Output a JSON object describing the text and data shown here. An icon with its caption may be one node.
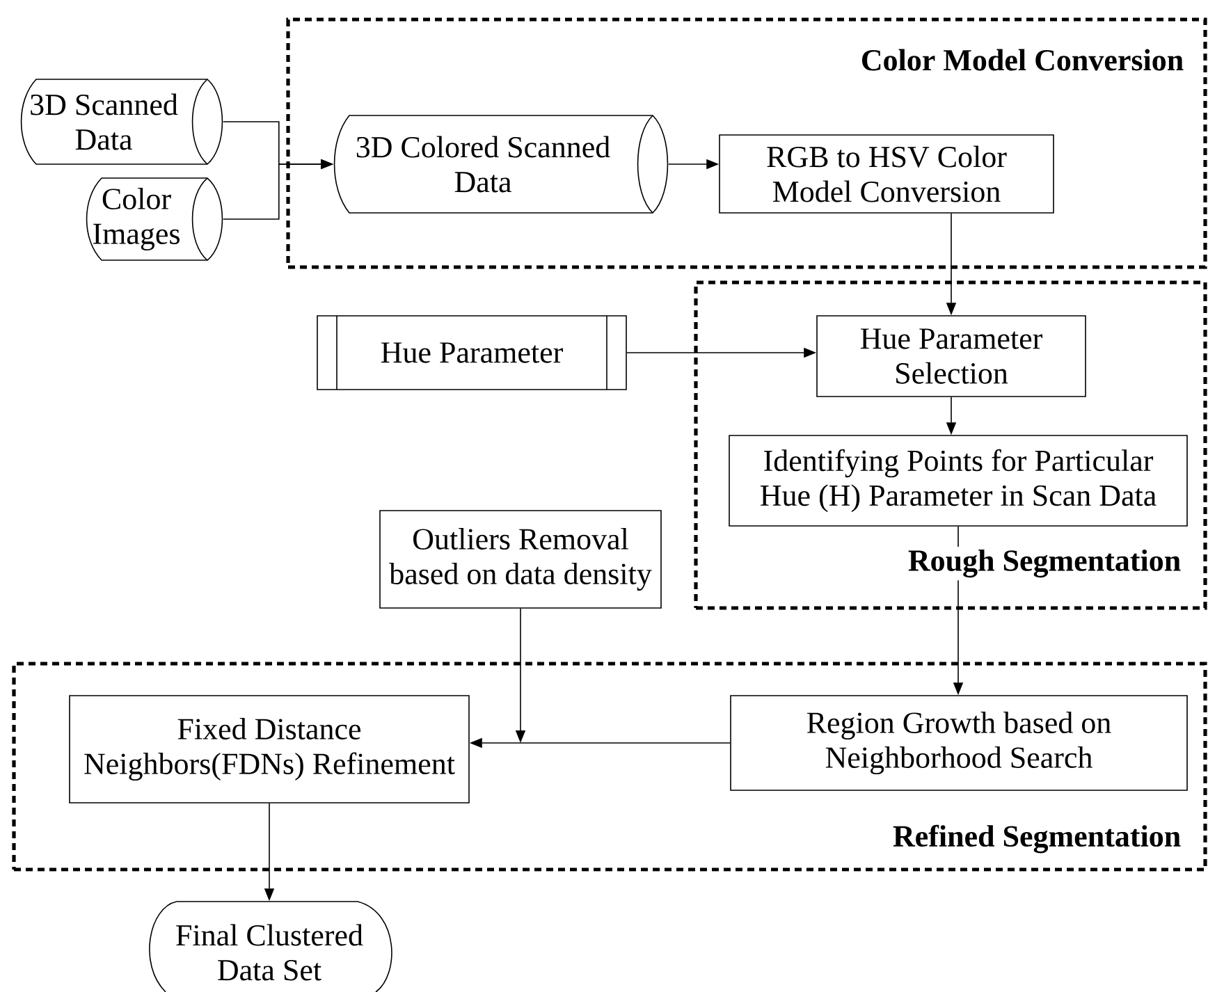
{
  "diagram": {
    "nodes": [
      {
        "text": [
          "Color Model Conversion"
        ]
      },
      {
        "text": [
          "3D Scanned Data"
        ]
      },
      {
        "text": [
          "Color Images"
        ]
      },
      {
        "text": [
          "3D Colored Scanned Data"
        ],
        "in": 0
      },
      {
        "text": [
          "RGB to HSV Color Model Conversion"
        ],
        "in": 0
      },
      {
        "text": [
          "Rough Segmentation"
        ]
      },
      {
        "text": [
          "Hue Parameter"
        ]
      },
      {
        "text": [
          "Hue Parameter Selection"
        ],
        "in": 5
      },
      {
        "text": [
          "Identifying Points for Particular Hue (H) Parameter in Scan Data"
        ],
        "in": 5
      },
      {
        "text": [
          "Outliers Removal based on data density"
        ]
      },
      {
        "text": [
          "Refined Segmentation"
        ]
      },
      {
        "text": [
          "Region Growth based on Neighborhood Search"
        ],
        "in": 10
      },
      {
        "text": [
          "Fixed Distance Neighbors(FDNs) Refinement"
        ],
        "in": 10
      },
      {
        "text": [
          "Final Clustered Data Set"
        ]
      }
    ],
    "edges": [
      {
        "from": 1,
        "to": 3,
        "arrow": "to"
      },
      {
        "from": 2,
        "to": 3,
        "arrow": "to"
      },
      {
        "from": 3,
        "to": 4,
        "arrow": "to"
      },
      {
        "from": 4,
        "to": 7,
        "arrow": "to"
      },
      {
        "from": 6,
        "to": 7,
        "arrow": "to"
      },
      {
        "from": 7,
        "to": 8,
        "arrow": "to"
      },
      {
        "from": 8,
        "to": 11,
        "arrow": "to"
      },
      {
        "from": 11,
        "to": 12,
        "arrow": "to"
      },
      {
        "from": 9,
        "to": 12,
        "arrow": "to"
      },
      {
        "from": 12,
        "to": 13,
        "arrow": "to"
      }
    ]
  }
}
